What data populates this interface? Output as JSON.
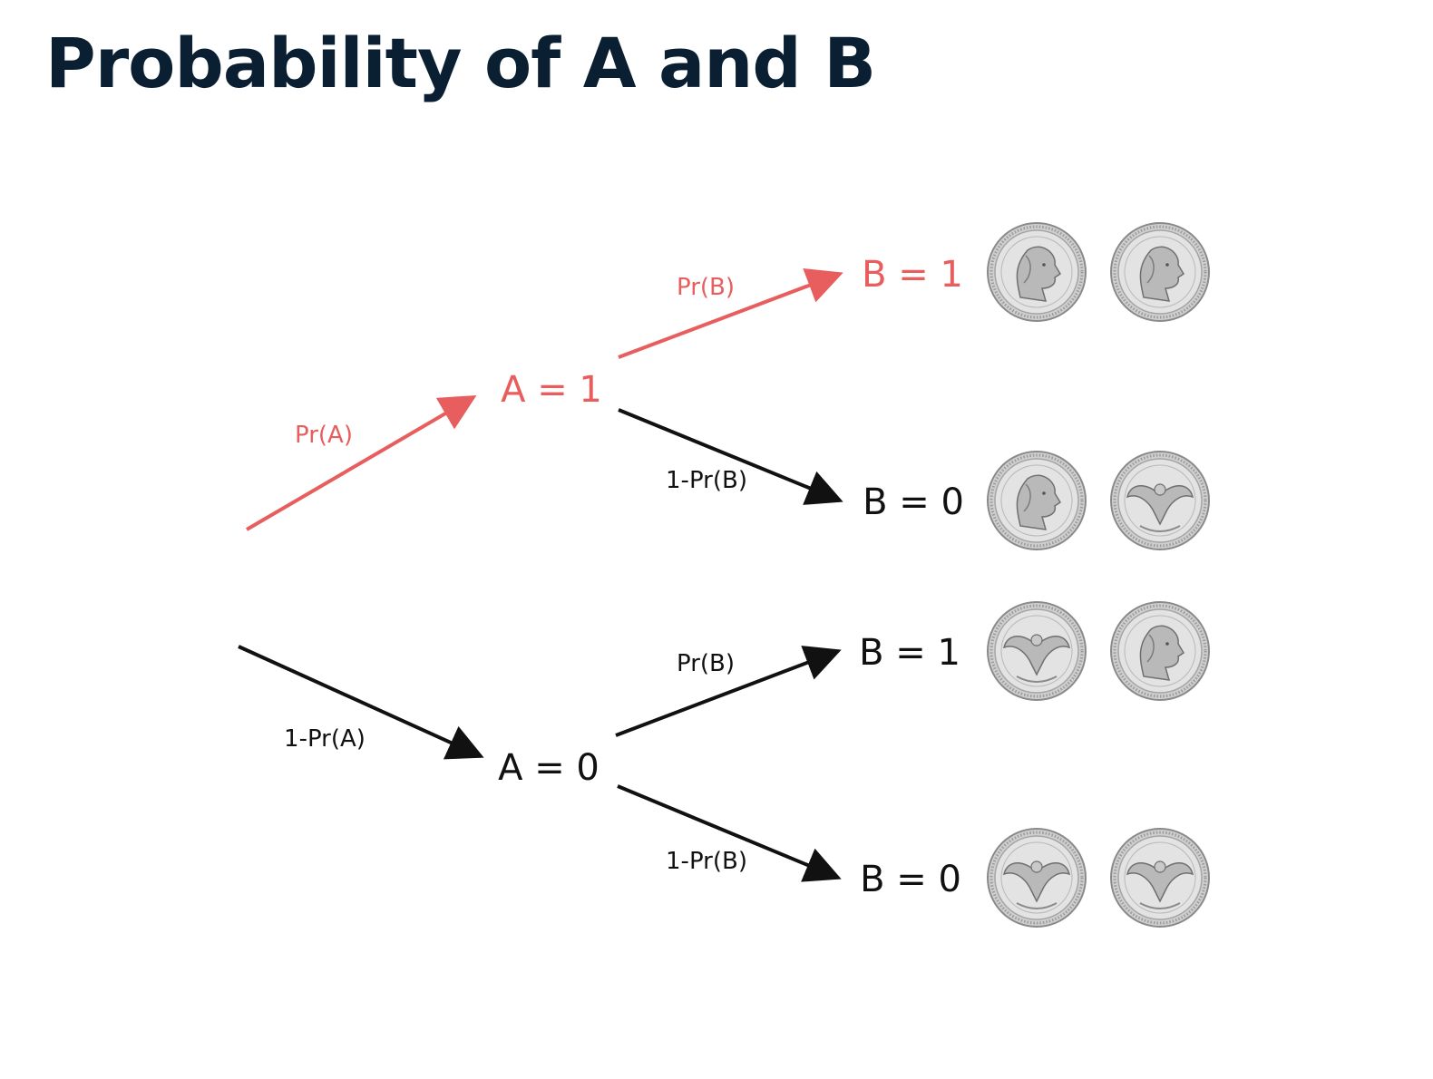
{
  "title": "Probability of A and B",
  "colors": {
    "highlight": "#e85d5d",
    "default": "#111111",
    "title": "#0b1f33",
    "coin_fill": "#e3e3e3",
    "coin_rim": "#8a8a8a"
  },
  "nodes": {
    "a1": "A = 1",
    "a0": "A = 0",
    "a1_b1": "B = 1",
    "a1_b0": "B = 0",
    "a0_b1": "B = 1",
    "a0_b0": "B = 0"
  },
  "edges": {
    "root_a1": "Pr(A)",
    "root_a0": "1-Pr(A)",
    "a1_b1": "Pr(B)",
    "a1_b0": "1-Pr(B)",
    "a0_b1": "Pr(B)",
    "a0_b0": "1-Pr(B)"
  },
  "highlighted_path": [
    "root_a1",
    "a1_b1"
  ],
  "outcomes": [
    {
      "first": "heads",
      "second": "heads"
    },
    {
      "first": "heads",
      "second": "tails"
    },
    {
      "first": "tails",
      "second": "heads"
    },
    {
      "first": "tails",
      "second": "tails"
    }
  ]
}
